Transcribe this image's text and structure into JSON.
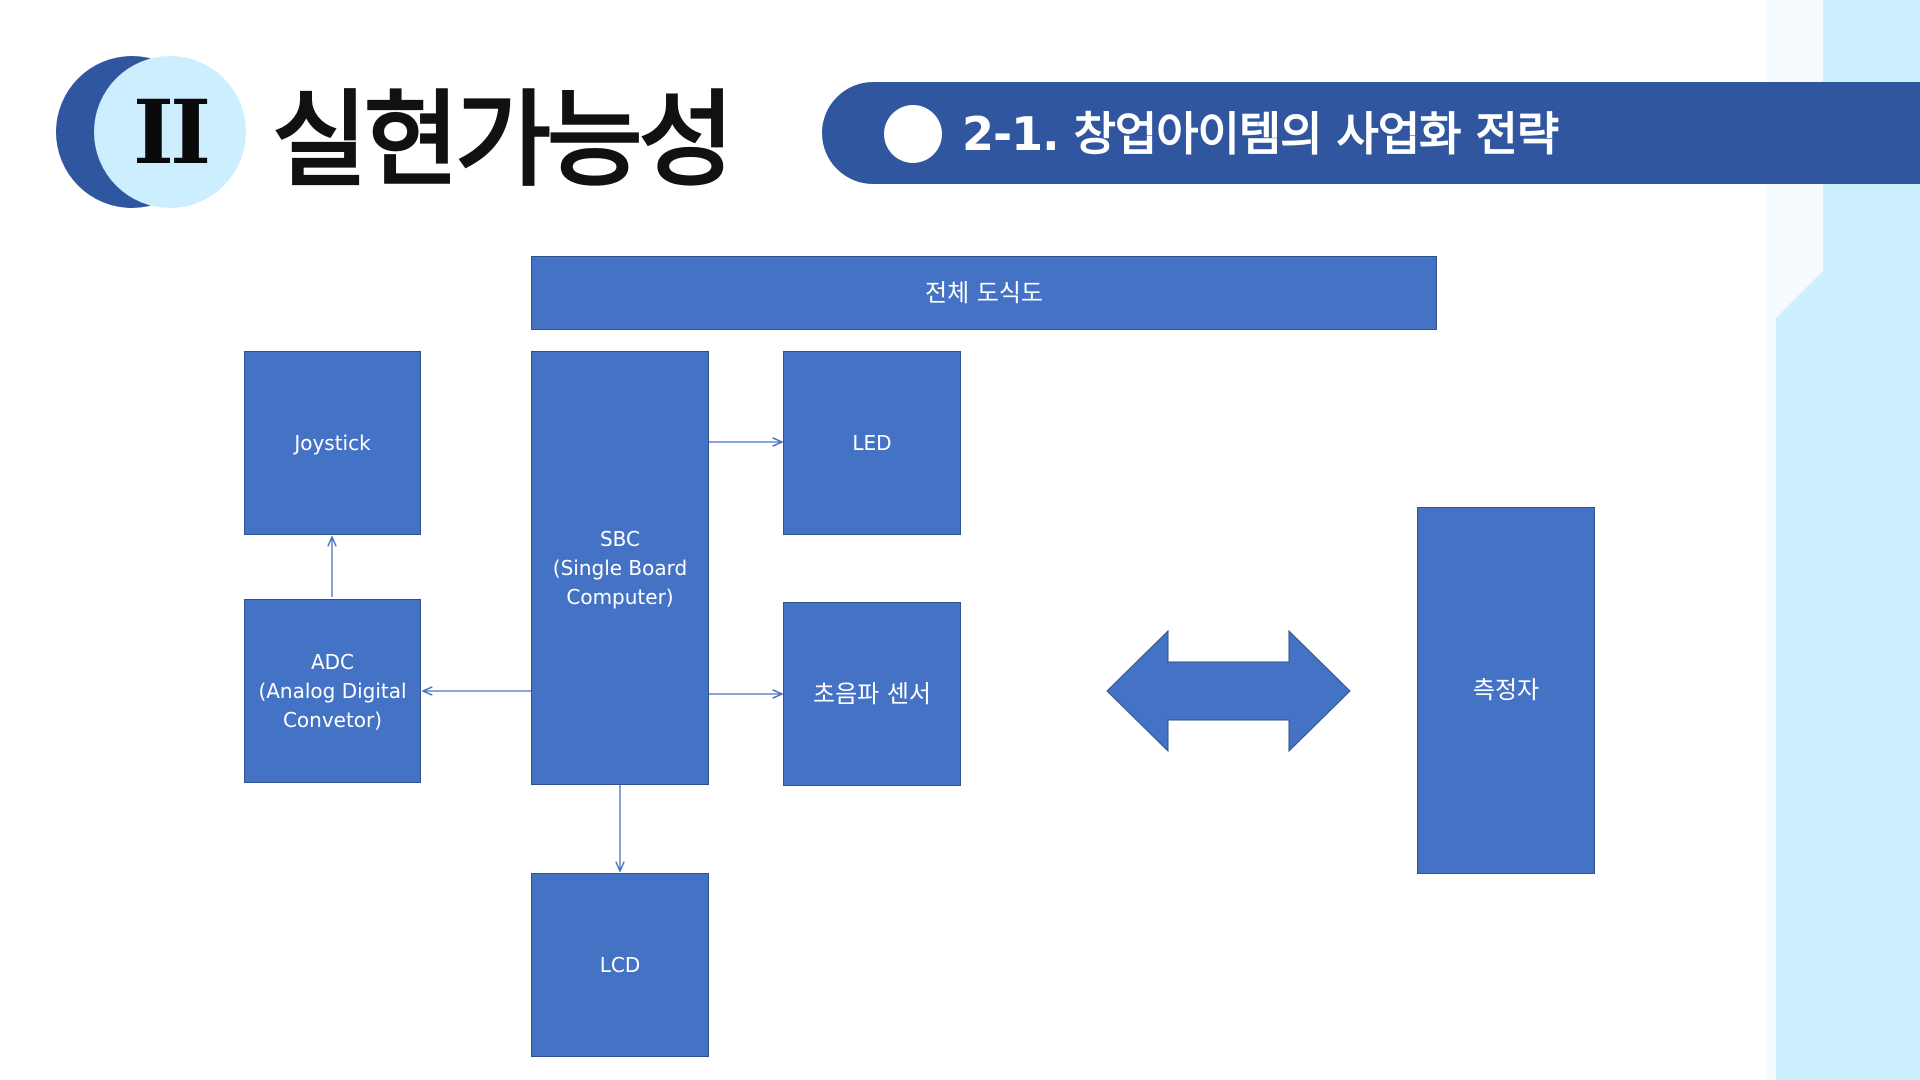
{
  "header": {
    "section_numeral": "II",
    "section_title": "실현가능성",
    "subtitle": "2-1. 창업아이템의 사업화 전략"
  },
  "diagram": {
    "title": "전체 도식도",
    "nodes": {
      "joystick": "Joystick",
      "sbc": "SBC\n(Single Board\nComputer)",
      "led": "LED",
      "adc": "ADC\n(Analog Digital\nConvetor)",
      "ultrasonic": "초음파 센서",
      "lcd": "LCD",
      "measurer": "측정자"
    },
    "edges": [
      {
        "from": "adc",
        "to": "joystick"
      },
      {
        "from": "sbc",
        "to": "led"
      },
      {
        "from": "sbc",
        "to": "ultrasonic"
      },
      {
        "from": "sbc",
        "to": "adc"
      },
      {
        "from": "sbc",
        "to": "lcd"
      },
      {
        "from": "sensor-group",
        "to": "measurer",
        "bidirectional": true
      }
    ]
  },
  "colors": {
    "box_fill": "#4472c4",
    "box_border": "#2f528f",
    "header_bar": "#2f569f",
    "badge_dark": "#2f569f",
    "badge_light": "#cceeff",
    "side_panel": "#ccf0fd"
  }
}
